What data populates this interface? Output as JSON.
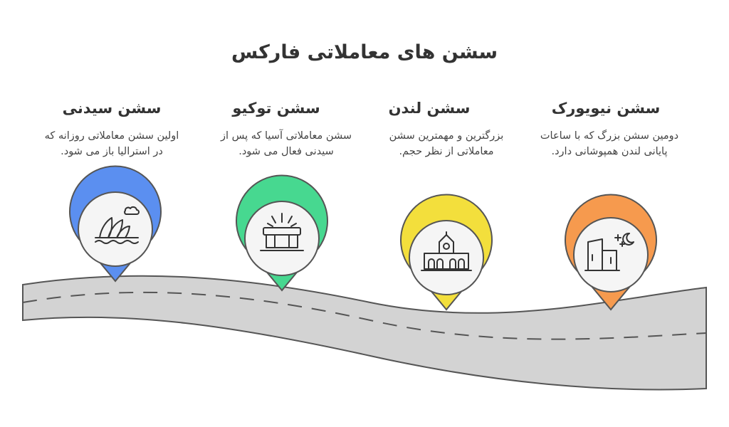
{
  "title": "سشن های معاملاتی فارکس",
  "sessions": [
    {
      "name": "سشن سیدنی",
      "description": "اولین سشن معاملاتی روزانه که در استرالیا باز می شود.",
      "color": "#5b8ff0",
      "icon": "sydney-opera-house-icon"
    },
    {
      "name": "سشن توکیو",
      "description": "سشن معاملاتی آسیا که پس از سیدنی فعال می شود.",
      "color": "#47d890",
      "icon": "tokyo-building-icon"
    },
    {
      "name": "سشن لندن",
      "description": "بزرگترین و مهمترین سشن معاملاتی از نظر حجم.",
      "color": "#f3df3c",
      "icon": "london-clock-tower-icon"
    },
    {
      "name": "سشن نیویورک",
      "description": "دومین سشن بزرگ که با ساعات پایانی لندن همپوشانی دارد.",
      "color": "#f69a4e",
      "icon": "new-york-night-building-icon"
    }
  ]
}
